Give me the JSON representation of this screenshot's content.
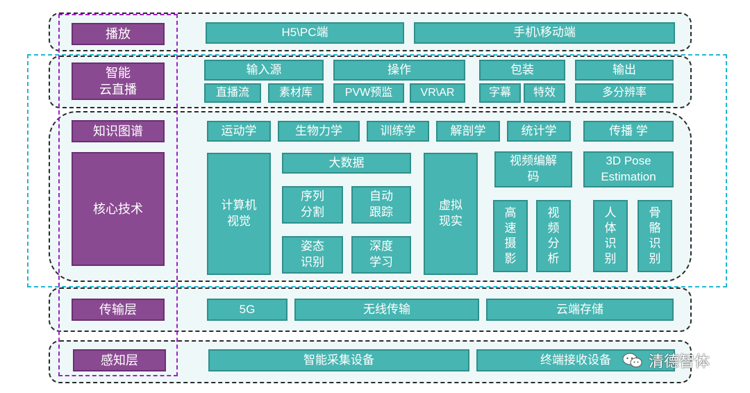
{
  "layers": {
    "play": {
      "label": "播放",
      "boxes": [
        "H5\\PC端",
        "手机\\移动端"
      ]
    },
    "live": {
      "label": "智能\n云直播",
      "groups": [
        {
          "title": "输入源",
          "items": [
            "直播流",
            "素材库"
          ]
        },
        {
          "title": "操作",
          "items": [
            "PVW预监",
            "VR\\AR"
          ]
        },
        {
          "title": "包装",
          "items": [
            "字幕",
            "特效"
          ]
        },
        {
          "title": "输出",
          "items": [
            "多分辨率"
          ]
        }
      ]
    },
    "core": {
      "label_top": "知识图谱",
      "label_main": "核心技术",
      "disciplines": [
        "运动学",
        "生物力学",
        "训练学",
        "解剖学",
        "统计学",
        "传播 学"
      ],
      "cv": "计算机\n视觉",
      "bigdata": "大数据",
      "bigdata_items": [
        "序列\n分割",
        "自动\n跟踪",
        "姿态\n识别",
        "深度\n学习"
      ],
      "vr": "虚拟\n现实",
      "codec": "视频编解\n码",
      "codec_items": [
        "高\n速\n摄\n影",
        "视\n频\n分\n析"
      ],
      "pose": "3D Pose\nEstimation",
      "pose_items": [
        "人\n体\n识\n别",
        "骨\n骼\n识\n别"
      ]
    },
    "transport": {
      "label": "传输层",
      "boxes": [
        "5G",
        "无线传输",
        "云端存储"
      ]
    },
    "sensing": {
      "label": "感知层",
      "boxes": [
        "智能采集设备",
        "终端接收设备"
      ]
    }
  },
  "watermark": {
    "icon": "wechat-icon",
    "text": "清德智体"
  }
}
